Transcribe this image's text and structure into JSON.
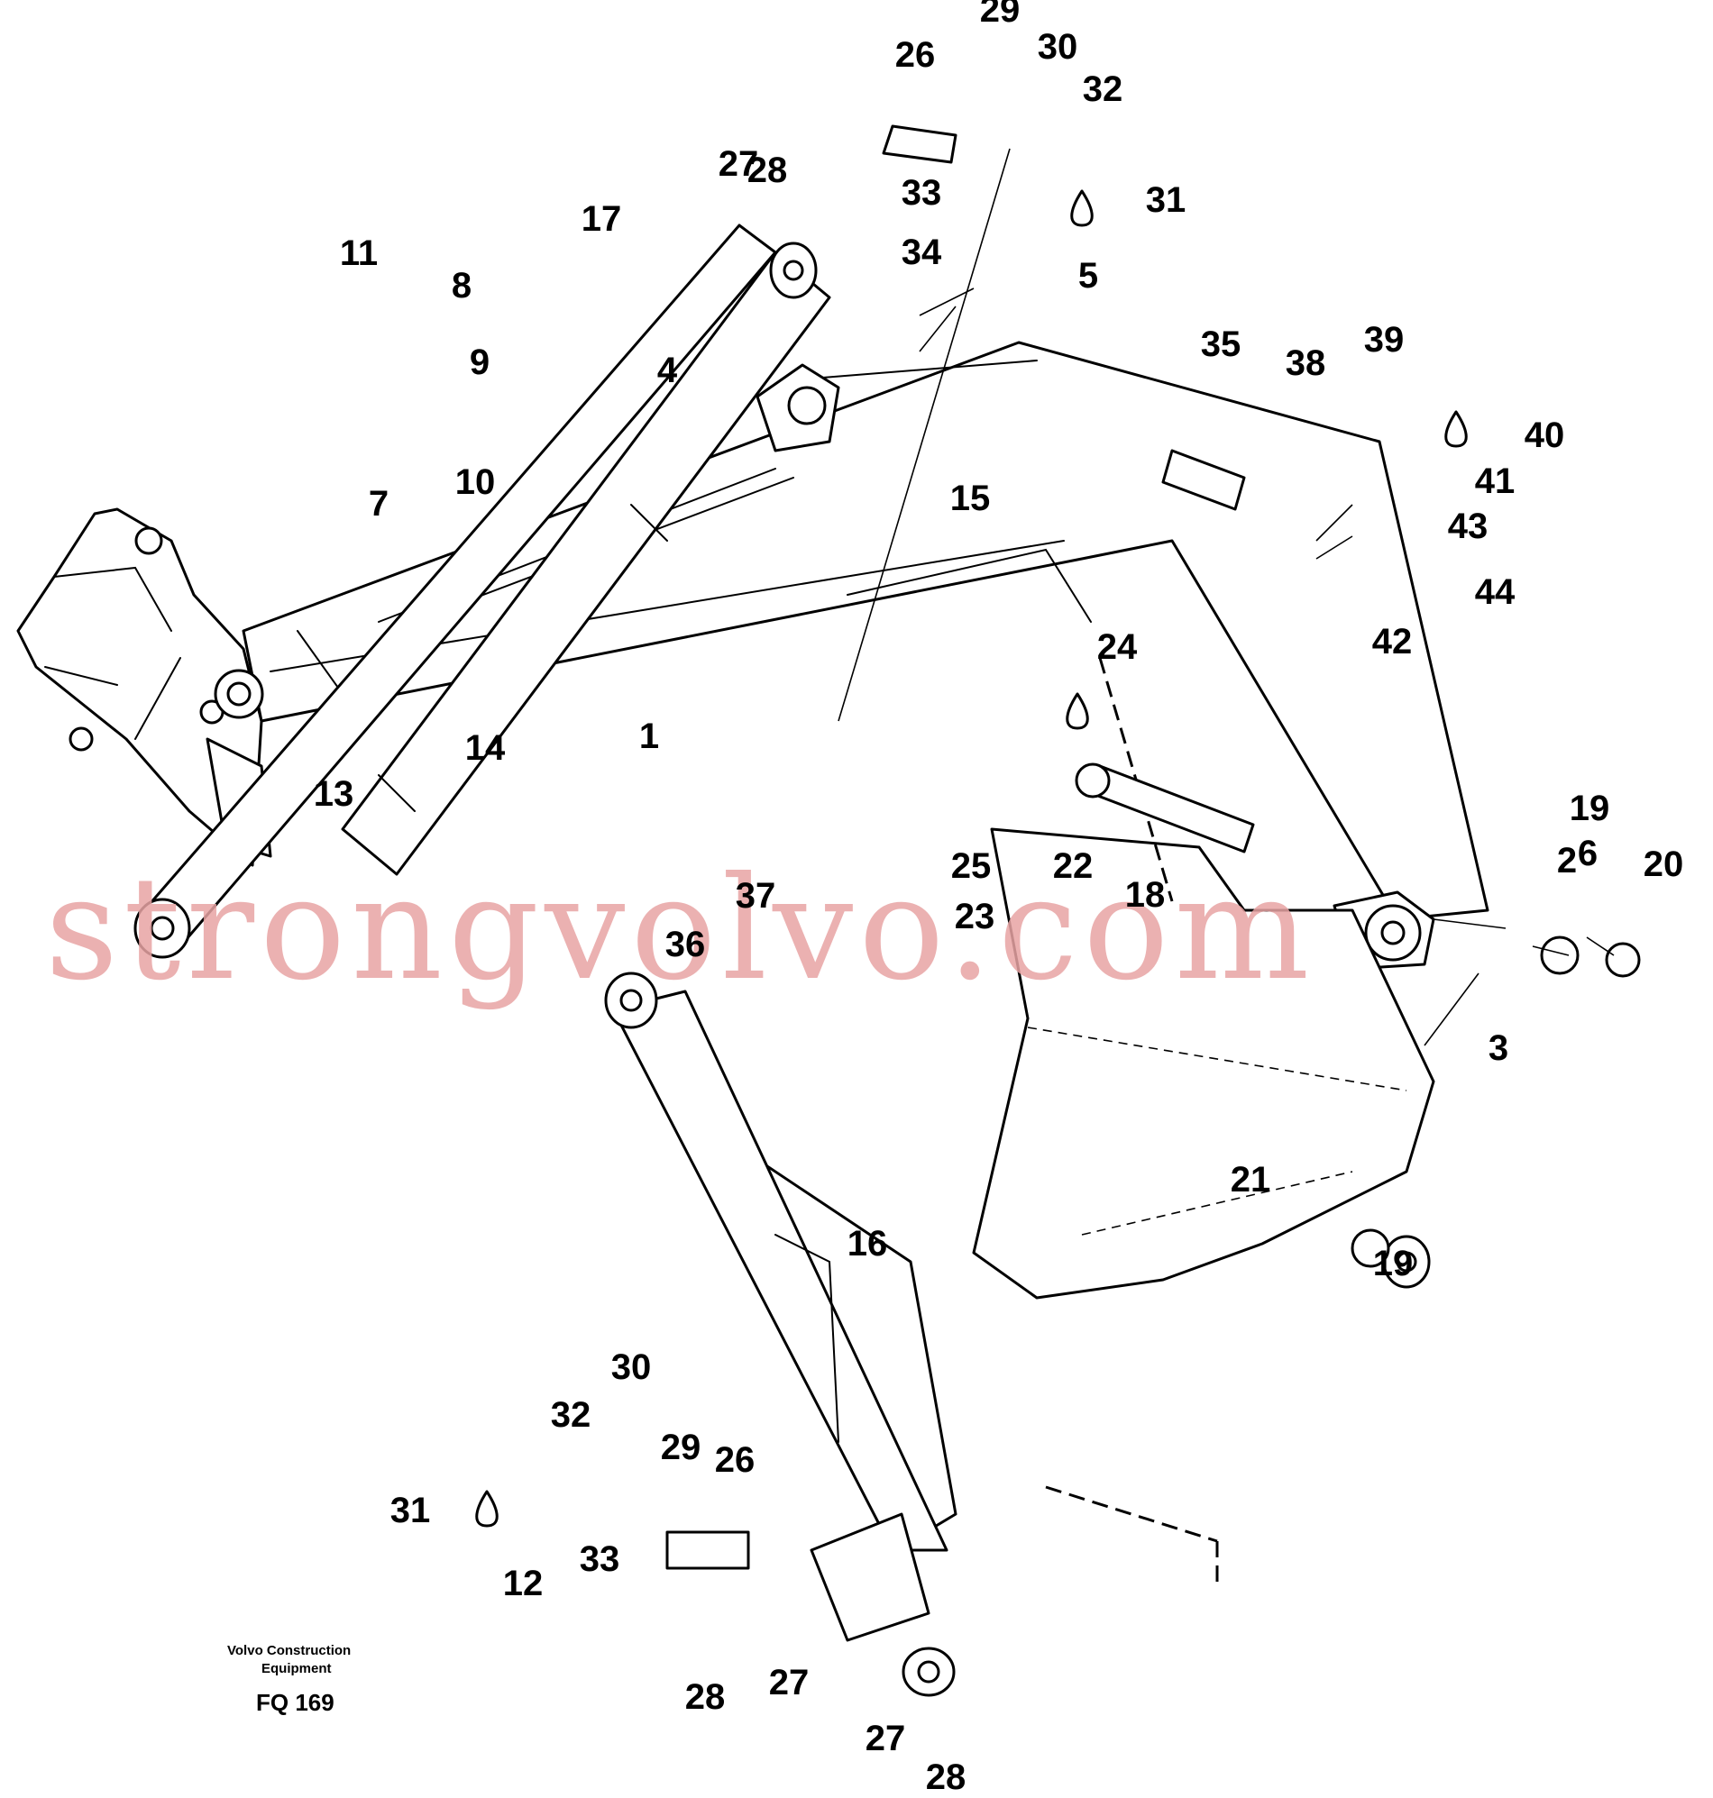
{
  "callouts": [
    "1",
    "2",
    "3",
    "4",
    "5",
    "6",
    "7",
    "8",
    "9",
    "10",
    "11",
    "12",
    "13",
    "14",
    "15",
    "16",
    "17",
    "18",
    "19",
    "19",
    "20",
    "21",
    "22",
    "23",
    "24",
    "25",
    "26",
    "26",
    "27",
    "27",
    "27",
    "28",
    "28",
    "28",
    "29",
    "29",
    "30",
    "30",
    "31",
    "31",
    "32",
    "32",
    "33",
    "33",
    "34",
    "35",
    "36",
    "37",
    "38",
    "39",
    "40",
    "41",
    "42",
    "43",
    "44"
  ],
  "footer": {
    "brand_line1": "Volvo Construction",
    "brand_line2": "Equipment",
    "figure_code": "FQ 169"
  },
  "watermark": "strongvolvo.com",
  "icons": {
    "grease_point": "oil-drop-icon"
  }
}
